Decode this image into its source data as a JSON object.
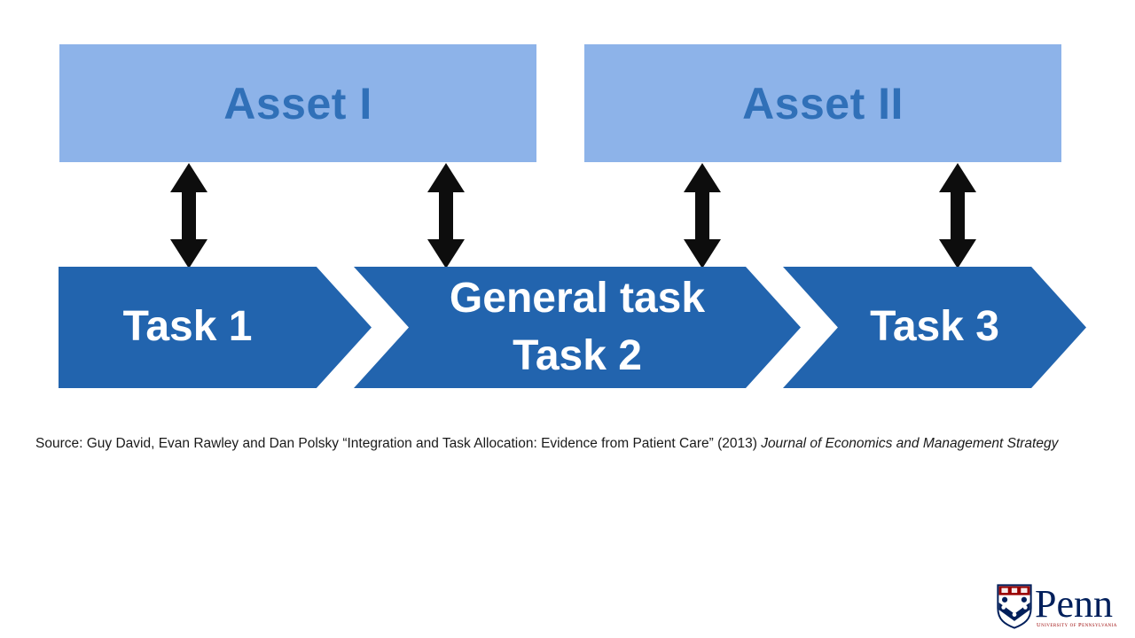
{
  "diagram": {
    "assets": [
      {
        "label": "Asset I"
      },
      {
        "label": "Asset II"
      }
    ],
    "tasks": [
      {
        "label": "Task 1"
      },
      {
        "label_line1": "General task",
        "label_line2": "Task 2"
      },
      {
        "label": "Task 3"
      }
    ],
    "colors": {
      "asset_box_fill": "#8DB3E9",
      "asset_text": "#3070B8",
      "task_fill": "#2264AE",
      "task_text": "#FFFFFF",
      "connector": "#0D0D0D"
    }
  },
  "source": {
    "prefix": "Source: Guy David, Evan Rawley and Dan Polsky “Integration and Task Allocation: Evidence from Patient Care” (2013) ",
    "journal": "Journal of Economics and Management Strategy"
  },
  "logo": {
    "wordmark": "Penn",
    "subtitle": "University of Pennsylvania",
    "navy": "#011F5B",
    "red": "#990000"
  }
}
